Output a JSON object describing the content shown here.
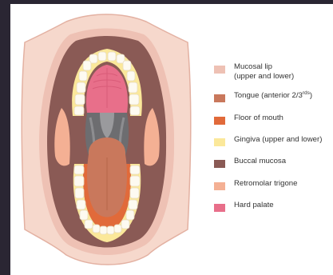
{
  "legend": {
    "items": [
      {
        "label": "Mucosal lip",
        "label2": "(upper and lower)",
        "color": "#eec1b4"
      },
      {
        "label": "Tongue (anterior 2/3",
        "sup": "rds",
        "suffix": ")",
        "color": "#c9785c"
      },
      {
        "label": "Floor of mouth",
        "color": "#e16a3a"
      },
      {
        "label": "Gingiva (upper and lower)",
        "color": "#fbe89a"
      },
      {
        "label": "Buccal mucosa",
        "color": "#8a5a55"
      },
      {
        "label": "Retromolar trigone",
        "color": "#f4b094"
      },
      {
        "label": "Hard palate",
        "color": "#e86f8a"
      }
    ]
  },
  "colors": {
    "outer_lip": "#f6d8cc",
    "buccal": "#8a5a55",
    "tooth": "#fdfaf1",
    "pharynx": "#6d6d70",
    "tongue": "#c9785c"
  }
}
